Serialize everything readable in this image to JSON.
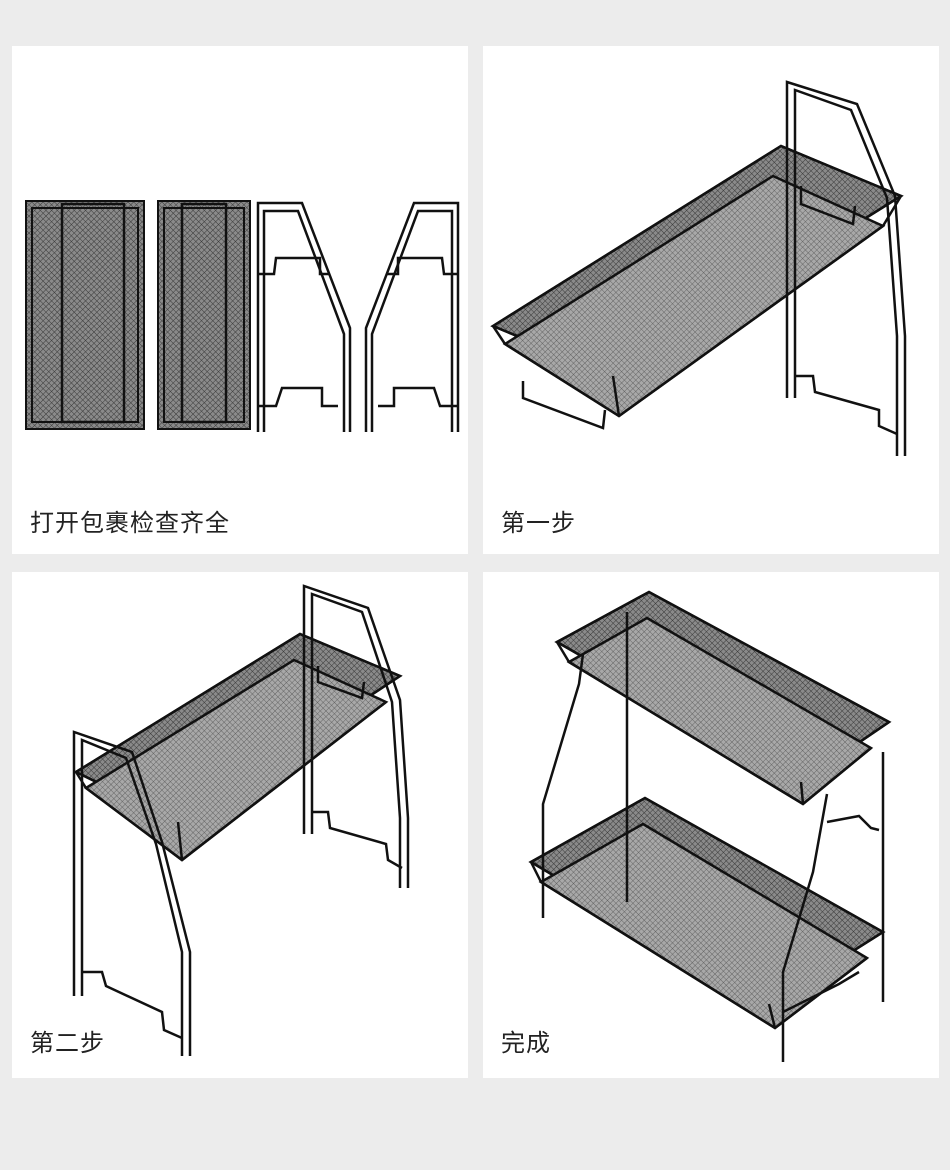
{
  "steps": [
    {
      "label": "打开包裹检查齐全"
    },
    {
      "label": "第一步"
    },
    {
      "label": "第二步"
    },
    {
      "label": "完成"
    }
  ],
  "colors": {
    "background": "#ececec",
    "panel": "#ffffff",
    "line": "#111111",
    "mesh": "#6f6f6f"
  }
}
